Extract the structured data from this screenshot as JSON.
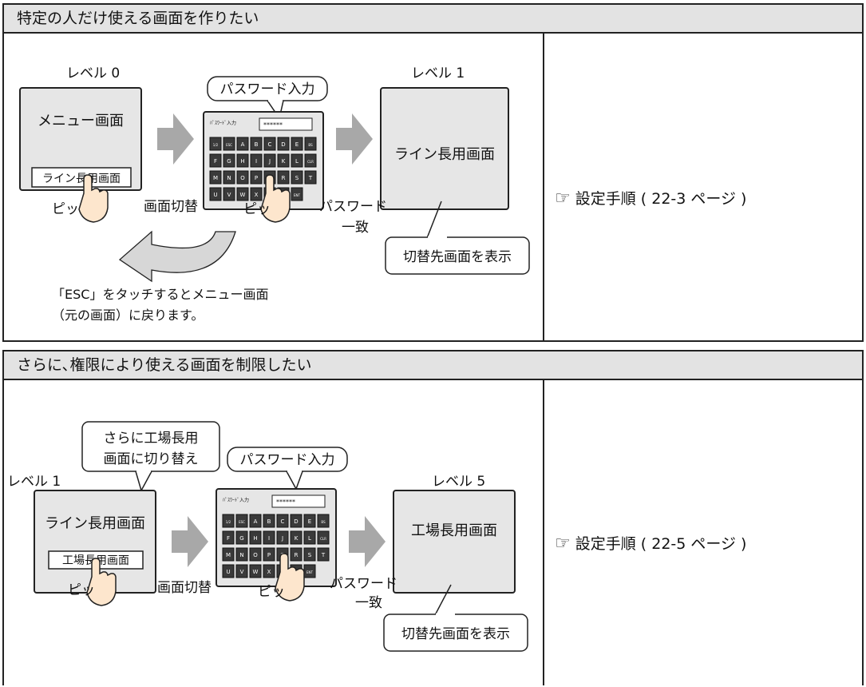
{
  "section1": {
    "title": "特定の人だけ使える画面を作りたい",
    "level0_label": "レベル 0",
    "level1_label": "レベル 1",
    "menu_screen": "メニュー画面",
    "line_button": "ライン長用画面",
    "password_bubble": "パスワード入力",
    "keypad_title": "ﾊﾟｽﾜｰﾄﾞ入力",
    "keypad_field": "******",
    "line_screen": "ライン長用画面",
    "tap1": "ピッ",
    "switch_text": "画面切替",
    "tap2": "ピッ",
    "match_line1": "パスワード",
    "match_line2": "一致",
    "display_bubble": "切替先画面を表示",
    "esc_line1": "「ESC」をタッチするとメニュー画面",
    "esc_line2": "（元の画面）に戻ります。",
    "ref_text": "設定手順 ( 22-3 ページ )"
  },
  "section2": {
    "title": "さらに､権限により使える画面を制限したい",
    "switch_bubble_line1": "さらに工場長用",
    "switch_bubble_line2": "画面に切り替え",
    "level1_label": "レベル 1",
    "level5_label": "レベル 5",
    "line_screen": "ライン長用画面",
    "factory_button": "工場長用画面",
    "password_bubble": "パスワード入力",
    "keypad_title": "ﾊﾟｽﾜｰﾄﾞ入力",
    "keypad_field": "******",
    "factory_screen": "工場長用画面",
    "tap1": "ピッ",
    "switch_text": "画面切替",
    "tap2": "ピッ",
    "match_line1": "パスワード",
    "match_line2": "一致",
    "display_bubble": "切替先画面を表示",
    "ref_text": "設定手順 ( 22-5 ページ )"
  },
  "keypad_keys": [
    "1/2",
    "ESC",
    "A",
    "B",
    "C",
    "D",
    "E",
    "BS",
    "F",
    "G",
    "H",
    "I",
    "J",
    "K",
    "L",
    "CLR",
    "M",
    "N",
    "O",
    "P",
    "Q",
    "R",
    "S",
    "T",
    "U",
    "V",
    "W",
    "X",
    "Y",
    "Z",
    "ENT"
  ],
  "icons": {
    "reference": "pointing-hand-icon"
  },
  "colors": {
    "screen_fill": "#e6e6e6",
    "arrow": "#a8a8a8",
    "header_fill": "#e3e3e3"
  }
}
